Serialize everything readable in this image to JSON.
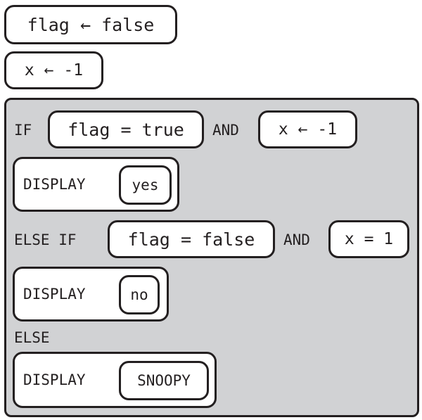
{
  "assign1": {
    "var": "flag",
    "arrow": "←",
    "value": "false"
  },
  "assign2": {
    "var": "x",
    "arrow": "←",
    "value": "-1"
  },
  "if_row": {
    "keyword": "IF",
    "cond1": {
      "left": "flag",
      "op": "=",
      "right": "true"
    },
    "joiner": "AND",
    "cond2": {
      "left": "x",
      "op": "←",
      "right": "-1"
    }
  },
  "display1": {
    "keyword": "DISPLAY",
    "value": "yes"
  },
  "elseif_row": {
    "keyword": "ELSE IF",
    "cond1": {
      "left": "flag",
      "op": "=",
      "right": "false"
    },
    "joiner": "AND",
    "cond2": {
      "left": "x",
      "op": "=",
      "right": "1"
    }
  },
  "display2": {
    "keyword": "DISPLAY",
    "value": "no"
  },
  "else_keyword": "ELSE",
  "display3": {
    "keyword": "DISPLAY",
    "value": "SNOOPY"
  },
  "colors": {
    "stroke": "#231f20",
    "block_fill": "#ffffff",
    "container_fill": "#d1d2d4"
  }
}
